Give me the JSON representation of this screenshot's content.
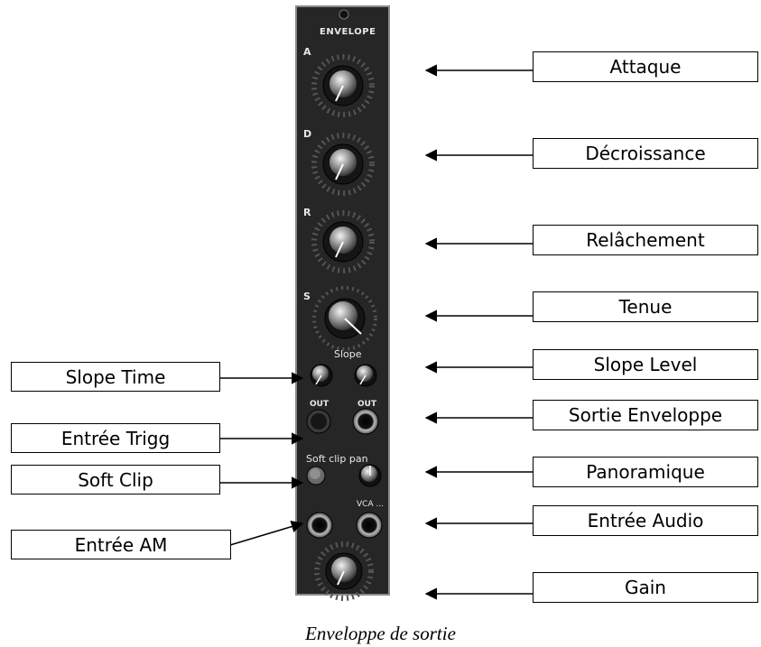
{
  "module": {
    "title": "ENVELOPE",
    "knob_letters": {
      "attack": "A",
      "decay": "D",
      "release": "R",
      "sustain": "S"
    },
    "slope_text": "Slope",
    "out_left": "OUT",
    "out_right": "OUT",
    "softclip_text": "Soft clip pan",
    "vca_text": "VCA ..."
  },
  "labels": {
    "attaque": "Attaque",
    "decroissance": "Décroissance",
    "relachement": "Relâchement",
    "tenue": "Tenue",
    "slope_level": "Slope Level",
    "sortie_enveloppe": "Sortie Enveloppe",
    "panoramique": "Panoramique",
    "entree_audio": "Entrée Audio",
    "gain": "Gain",
    "slope_time": "Slope Time",
    "entree_trigg": "Entrée Trigg",
    "soft_clip": "Soft Clip",
    "entree_am": "Entrée AM"
  },
  "caption": "Enveloppe de sortie",
  "colors": {
    "panel": "#262626",
    "panel_border": "#8a8a8a",
    "knob": "#1a1a1a",
    "label_border": "#000000"
  }
}
